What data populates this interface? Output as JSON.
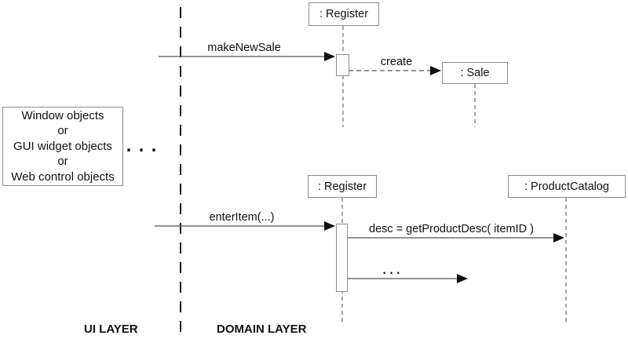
{
  "layers": {
    "ui_label": "UI LAYER",
    "domain_label": "DOMAIN LAYER"
  },
  "note_box": {
    "lines": [
      "Window objects",
      "or",
      "GUI widget objects",
      "or",
      "Web control objects"
    ]
  },
  "separator_ellipsis": "...",
  "top_interaction": {
    "register_label": ": Register",
    "sale_label": ": Sale",
    "messages": {
      "make_new_sale": "makeNewSale",
      "create": "create"
    }
  },
  "bottom_interaction": {
    "register_label": ": Register",
    "product_catalog_label": ": ProductCatalog",
    "messages": {
      "enter_item": "enterItem(...)",
      "get_product_desc": "desc = getProductDesc( itemID )",
      "continuation_ellipsis": "..."
    }
  },
  "colors": {
    "line": "#555555",
    "arrowhead": "#111111",
    "lifeline": "#777777",
    "box_border": "#8c8c8c",
    "separator": "#1a1a1a",
    "text": "#111111",
    "background": "#ffffff"
  }
}
